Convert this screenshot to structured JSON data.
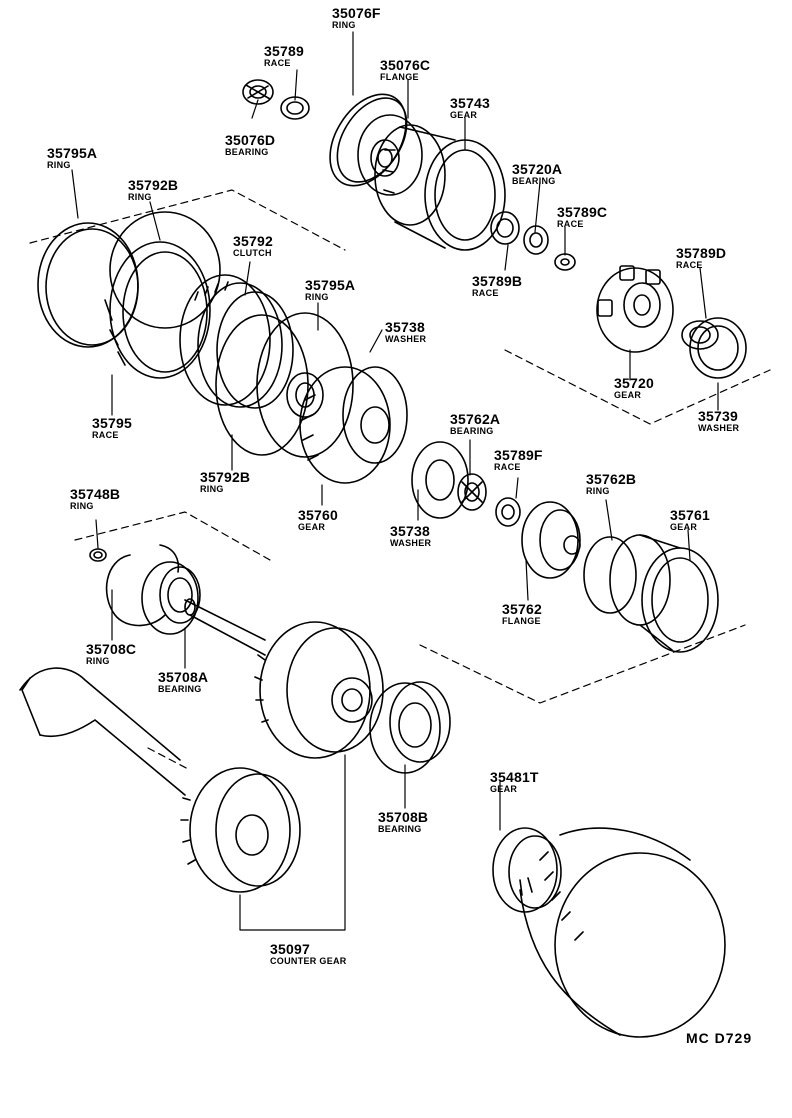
{
  "diagram": {
    "code": "MC D729",
    "parts": [
      {
        "id": "p-35076f",
        "number": "35076F",
        "name": "RING"
      },
      {
        "id": "p-35789",
        "number": "35789",
        "name": "RACE"
      },
      {
        "id": "p-35076c",
        "number": "35076C",
        "name": "FLANGE"
      },
      {
        "id": "p-35743",
        "number": "35743",
        "name": "GEAR"
      },
      {
        "id": "p-35076d",
        "number": "35076D",
        "name": "BEARING"
      },
      {
        "id": "p-35795a-1",
        "number": "35795A",
        "name": "RING"
      },
      {
        "id": "p-35792b-1",
        "number": "35792B",
        "name": "RING"
      },
      {
        "id": "p-35720a",
        "number": "35720A",
        "name": "BEARING"
      },
      {
        "id": "p-35789c",
        "number": "35789C",
        "name": "RACE"
      },
      {
        "id": "p-35792",
        "number": "35792",
        "name": "CLUTCH"
      },
      {
        "id": "p-35789b",
        "number": "35789B",
        "name": "RACE"
      },
      {
        "id": "p-35789d",
        "number": "35789D",
        "name": "RACE"
      },
      {
        "id": "p-35795a-2",
        "number": "35795A",
        "name": "RING"
      },
      {
        "id": "p-35738-1",
        "number": "35738",
        "name": "WASHER"
      },
      {
        "id": "p-35720",
        "number": "35720",
        "name": "GEAR"
      },
      {
        "id": "p-35739",
        "number": "35739",
        "name": "WASHER"
      },
      {
        "id": "p-35795",
        "number": "35795",
        "name": "RACE"
      },
      {
        "id": "p-35762a",
        "number": "35762A",
        "name": "BEARING"
      },
      {
        "id": "p-35789f",
        "number": "35789F",
        "name": "RACE"
      },
      {
        "id": "p-35792b-2",
        "number": "35792B",
        "name": "RING"
      },
      {
        "id": "p-35762b",
        "number": "35762B",
        "name": "RING"
      },
      {
        "id": "p-35748b",
        "number": "35748B",
        "name": "RING"
      },
      {
        "id": "p-35760",
        "number": "35760",
        "name": "GEAR"
      },
      {
        "id": "p-35761",
        "number": "35761",
        "name": "GEAR"
      },
      {
        "id": "p-35738-2",
        "number": "35738",
        "name": "WASHER"
      },
      {
        "id": "p-35762",
        "number": "35762",
        "name": "FLANGE"
      },
      {
        "id": "p-35708c",
        "number": "35708C",
        "name": "RING"
      },
      {
        "id": "p-35708a",
        "number": "35708A",
        "name": "BEARING"
      },
      {
        "id": "p-35481t",
        "number": "35481T",
        "name": "GEAR"
      },
      {
        "id": "p-35708b",
        "number": "35708B",
        "name": "BEARING"
      },
      {
        "id": "p-35097",
        "number": "35097",
        "name": "COUNTER GEAR"
      }
    ]
  }
}
